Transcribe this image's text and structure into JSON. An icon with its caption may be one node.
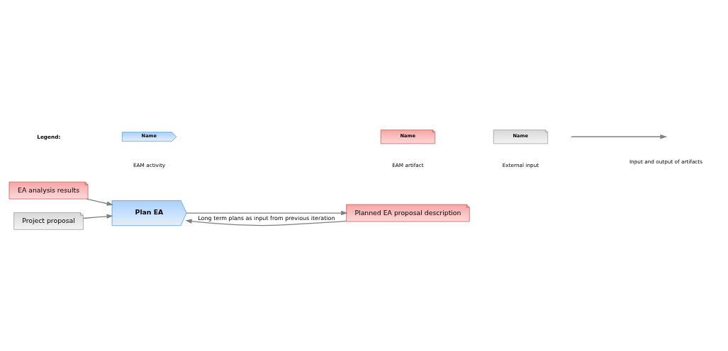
{
  "diagram": {
    "nodes": [
      {
        "text": [
          "EA analysis results"
        ]
      },
      {
        "text": [
          "Project proposal"
        ]
      },
      {
        "text": [
          "Plan EA"
        ]
      },
      {
        "text": [
          "Planned EA proposal description"
        ]
      }
    ],
    "edges": [
      {
        "from": 0,
        "to": 2,
        "arrow": "to"
      },
      {
        "from": 1,
        "to": 2,
        "arrow": "to"
      },
      {
        "from": 2,
        "to": 3,
        "arrow": "to"
      },
      {
        "from": 3,
        "to": 2,
        "arrow": "to",
        "label": "Long term plans as input from previous iteration"
      }
    ],
    "labels": [
      "Legend:",
      "Name",
      "Name",
      "Name"
    ],
    "legend": [
      {
        "text": "EAM activity"
      },
      {
        "text": "EAM artifact"
      },
      {
        "text": "External input"
      },
      {
        "text": "Input and output of artifacts"
      }
    ]
  }
}
